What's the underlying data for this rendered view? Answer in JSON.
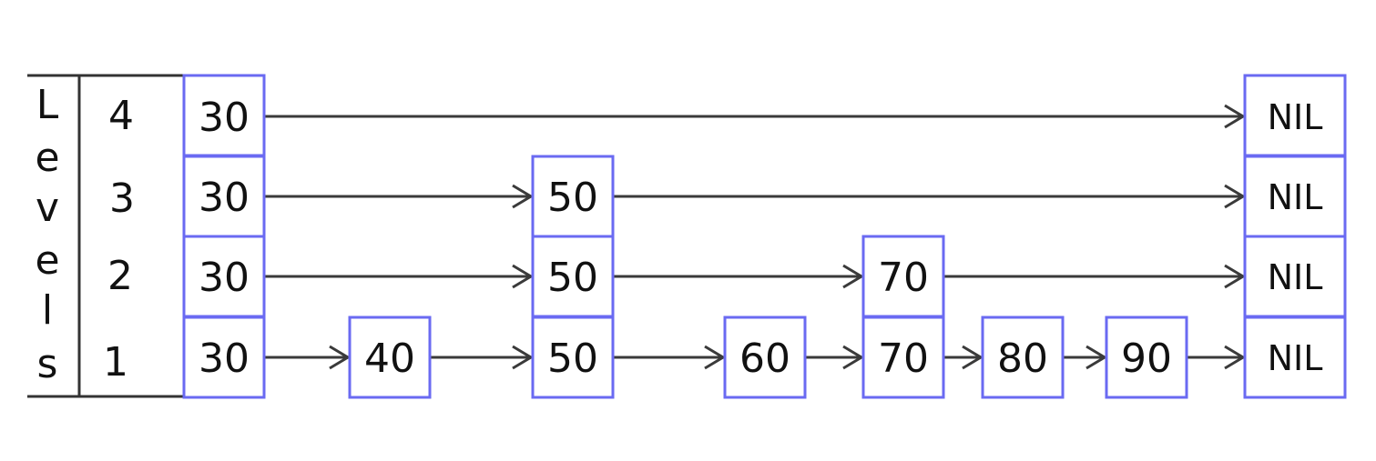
{
  "levels_label": [
    "L",
    "e",
    "v",
    "e",
    "l",
    "s"
  ],
  "level_numbers": [
    "4",
    "3",
    "2",
    "1"
  ],
  "nil_label": "NIL",
  "head_value": "30",
  "nodes": [
    {
      "value": "30",
      "levels": 4
    },
    {
      "value": "40",
      "levels": 1
    },
    {
      "value": "50",
      "levels": 3
    },
    {
      "value": "60",
      "levels": 1
    },
    {
      "value": "70",
      "levels": 2
    },
    {
      "value": "80",
      "levels": 1
    },
    {
      "value": "90",
      "levels": 1
    }
  ],
  "colors": {
    "node_border": "#6a6af2",
    "arrow": "#3a3a3a",
    "text": "#111111"
  }
}
